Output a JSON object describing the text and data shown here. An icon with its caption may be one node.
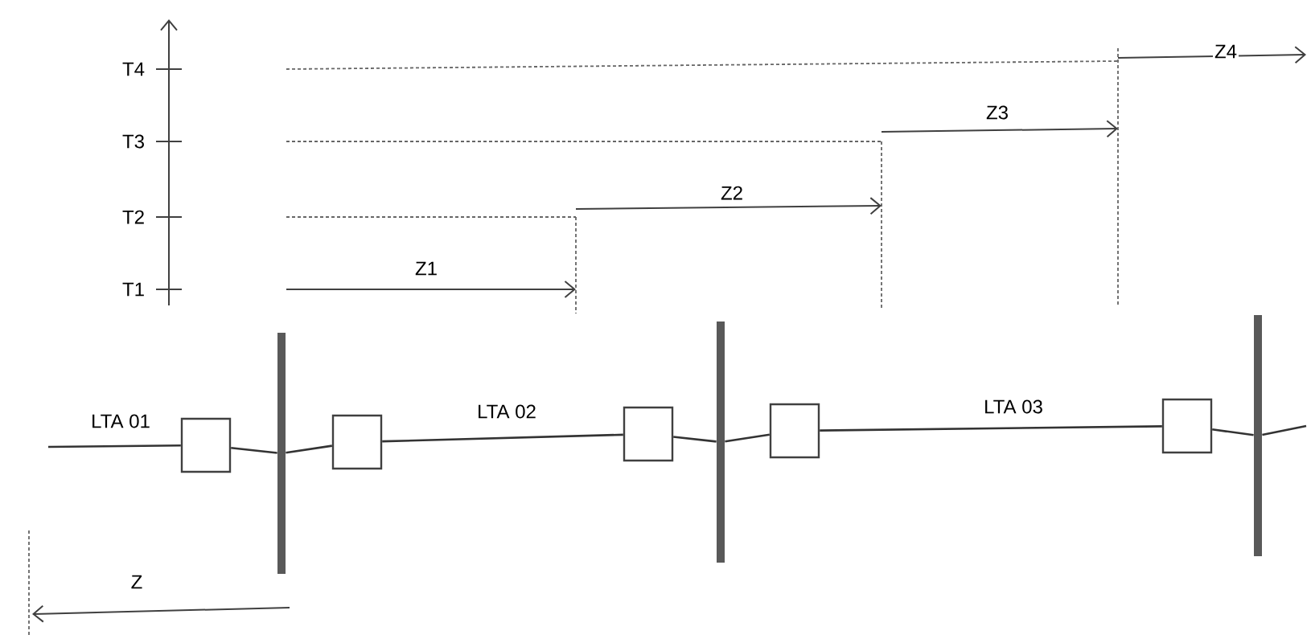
{
  "diagram": {
    "nodes": [
      {
        "text": [],
        "shape": "box"
      },
      {
        "text": [],
        "shape": "bar"
      },
      {
        "text": [],
        "shape": "box"
      },
      {
        "text": [],
        "shape": "box"
      },
      {
        "text": [],
        "shape": "bar"
      },
      {
        "text": [],
        "shape": "box"
      },
      {
        "text": [],
        "shape": "box"
      },
      {
        "text": [],
        "shape": "bar"
      }
    ],
    "edges": [
      {
        "from": null,
        "to": 0,
        "arrow": "none",
        "label": "LTA 01"
      },
      {
        "from": 0,
        "to": 1,
        "arrow": "none"
      },
      {
        "from": 1,
        "to": 2,
        "arrow": "none"
      },
      {
        "from": 2,
        "to": 3,
        "arrow": "none",
        "label": "LTA 02"
      },
      {
        "from": 3,
        "to": 4,
        "arrow": "none"
      },
      {
        "from": 4,
        "to": 5,
        "arrow": "none"
      },
      {
        "from": 5,
        "to": 6,
        "arrow": "none",
        "label": "LTA 03"
      },
      {
        "from": 6,
        "to": 7,
        "arrow": "none"
      },
      {
        "from": 7,
        "to": null,
        "arrow": "none"
      }
    ],
    "labels": [
      "T4",
      "T3",
      "T2",
      "T1",
      "Z4",
      "Z3",
      "Z2",
      "Z1",
      "Z"
    ]
  }
}
